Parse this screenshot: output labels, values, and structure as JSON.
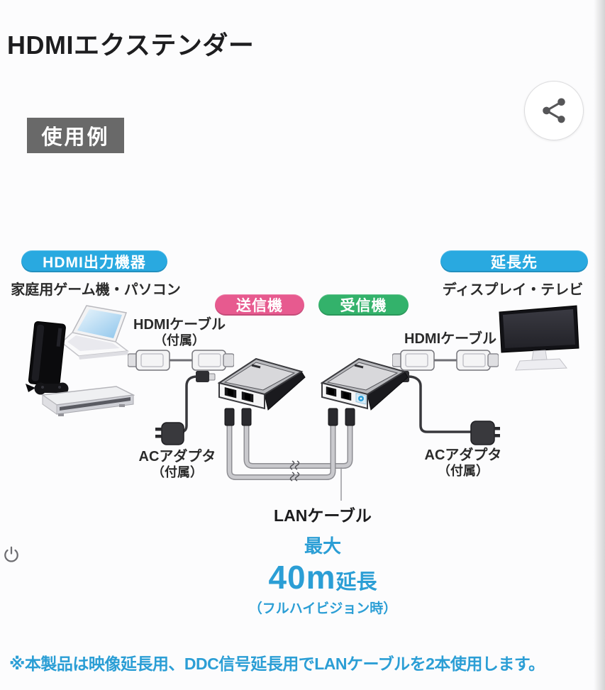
{
  "page": {
    "title": "HDMIエクステンダー",
    "section_badge": "使用例",
    "footnote": "※本製品は映像延長用、DDC信号延長用でLANケーブルを2本使用します。"
  },
  "diagram": {
    "source": {
      "pill": "HDMI出力機器",
      "caption": "家庭用ゲーム機・パソコン"
    },
    "transmitter": {
      "pill": "送信機"
    },
    "receiver": {
      "pill": "受信機"
    },
    "destination": {
      "pill": "延長先",
      "caption": "ディスプレイ・テレビ"
    },
    "hdmi_cable_left": {
      "line1": "HDMIケーブル",
      "line2": "（付属）"
    },
    "hdmi_cable_right": {
      "line1": "HDMIケーブル"
    },
    "ac_adapter_left": {
      "line1": "ACアダプタ",
      "line2": "（付属）"
    },
    "ac_adapter_right": {
      "line1": "ACアダプタ",
      "line2": "（付属）"
    },
    "lan": {
      "label": "LANケーブル",
      "max": "最大",
      "distance": "40m",
      "distance_suffix": "延長",
      "condition": "（フルハイビジョン時）"
    }
  },
  "icons": {
    "share": "share-icon",
    "power": "power-icon"
  },
  "colors": {
    "accent_blue": "#29a9e0",
    "pink": "#e75a8f",
    "green": "#33b26b",
    "text_blue": "#2b9ed5",
    "badge_bg": "#696969"
  }
}
